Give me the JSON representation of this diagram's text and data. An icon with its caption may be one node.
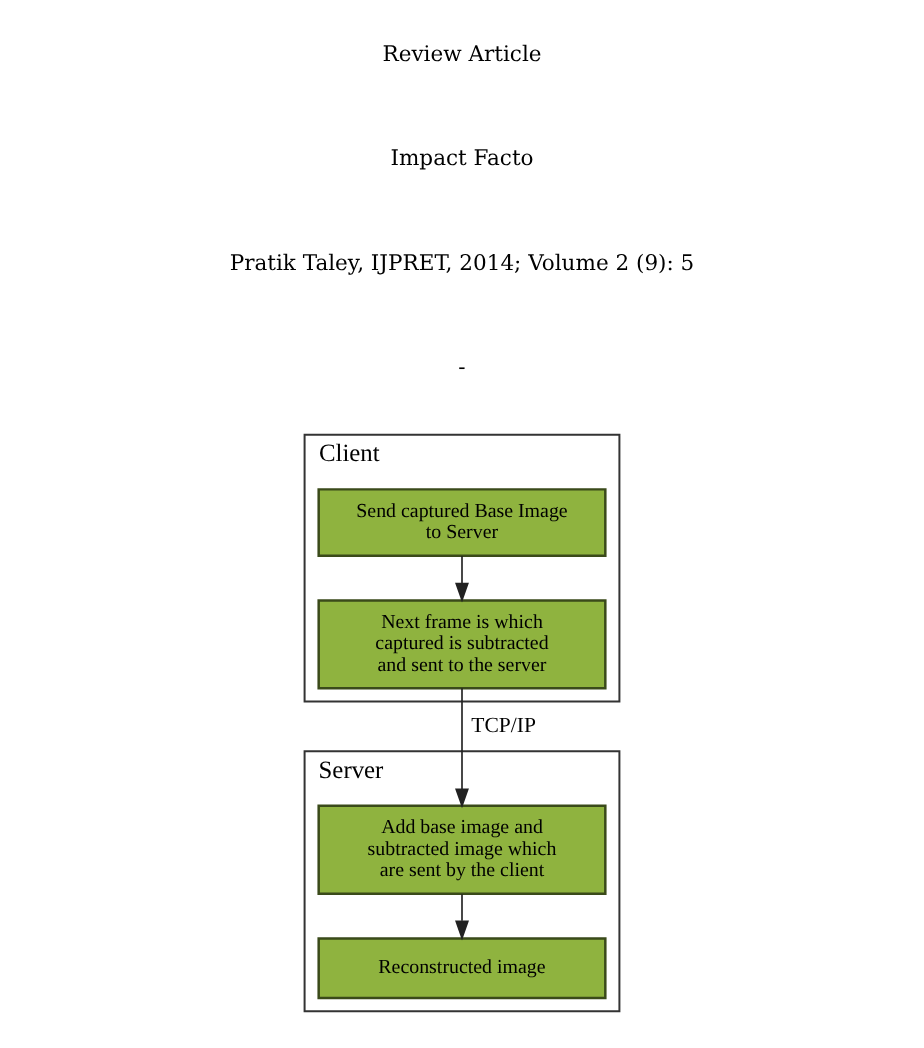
{
  "diagram": {
    "nodes": [
      {
        "text": [
          "Client"
        ]
      },
      {
        "text": [
          "Send captured Base Image to Server"
        ],
        "in": 0
      },
      {
        "text": [
          "Next frame is which captured is subtracted and sent to the server"
        ],
        "in": 0
      },
      {
        "text": [
          "Server"
        ]
      },
      {
        "text": [
          "Add base image and subtracted image which are sent by the client"
        ],
        "in": 3
      },
      {
        "text": [
          "Reconstructed image"
        ],
        "in": 3
      }
    ],
    "edges": [
      {
        "from": 1,
        "to": 2,
        "arrow": "to"
      },
      {
        "from": 2,
        "to": 4,
        "arrow": "to",
        "label": "TCP/IP"
      },
      {
        "from": 4,
        "to": 5,
        "arrow": "to"
      }
    ],
    "labels": [
      "Review Article",
      "Impact Facto",
      "Pratik Taley, IJPRET, 2014; Volume 2 (9): 5",
      "-"
    ]
  }
}
